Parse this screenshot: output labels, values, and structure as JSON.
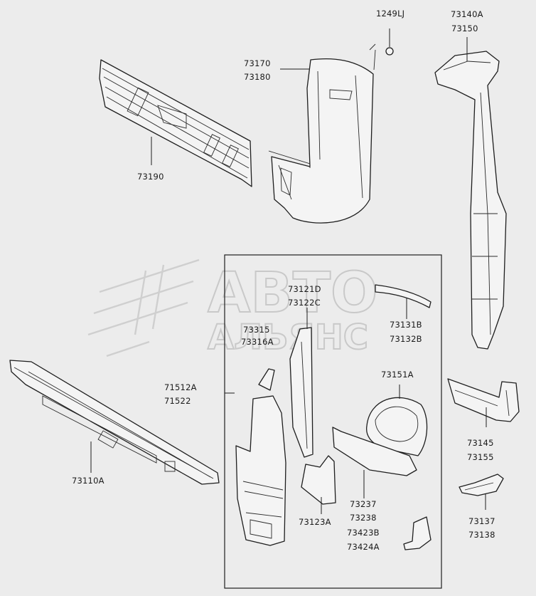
{
  "diagram": {
    "callouts": [
      {
        "id": "p1249",
        "lines": [
          "1249LJ"
        ]
      },
      {
        "id": "p73140",
        "lines": [
          "73140A",
          "73150"
        ]
      },
      {
        "id": "p73170",
        "lines": [
          "73170",
          "73180"
        ]
      },
      {
        "id": "p73190",
        "lines": [
          "73190"
        ]
      },
      {
        "id": "p73121",
        "lines": [
          "73121D",
          "73122C"
        ]
      },
      {
        "id": "p73131",
        "lines": [
          "73131B",
          "73132B"
        ]
      },
      {
        "id": "p73315",
        "lines": [
          "73315",
          "73316A"
        ]
      },
      {
        "id": "p71512",
        "lines": [
          "71512A",
          "71522"
        ]
      },
      {
        "id": "p73151",
        "lines": [
          "73151A"
        ]
      },
      {
        "id": "p73110",
        "lines": [
          "73110A"
        ]
      },
      {
        "id": "p73145",
        "lines": [
          "73145",
          "73155"
        ]
      },
      {
        "id": "p73237",
        "lines": [
          "73237",
          "73238"
        ]
      },
      {
        "id": "p73123",
        "lines": [
          "73123A"
        ]
      },
      {
        "id": "p73137",
        "lines": [
          "73137",
          "73138"
        ]
      },
      {
        "id": "p73423",
        "lines": [
          "73423B",
          "73424A"
        ]
      }
    ],
    "watermark": {
      "line1": "АВТО",
      "line2": "АЛЬЯНС"
    }
  }
}
